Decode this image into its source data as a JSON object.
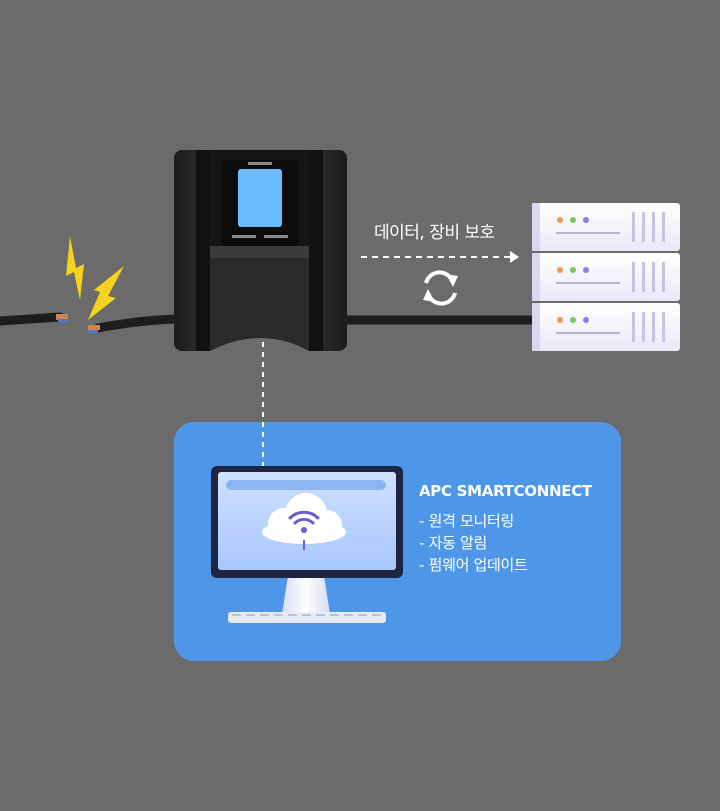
{
  "link_label": "데이터, 장비 보호",
  "smartconnect": {
    "title": "APC SMARTCONNECT",
    "features": [
      "원격 모니터링",
      "자동 알림",
      "펌웨어 업데이트"
    ]
  },
  "icons": {
    "surge": "lightning-bolt-icon",
    "sync": "sync-arrows-icon",
    "cloud": "cloud-wifi-icon"
  },
  "colors": {
    "background": "#6b6b6b",
    "panel": "#4e97e8",
    "lightning": "#f5d21e",
    "ups_screen": "#6bbcff"
  }
}
